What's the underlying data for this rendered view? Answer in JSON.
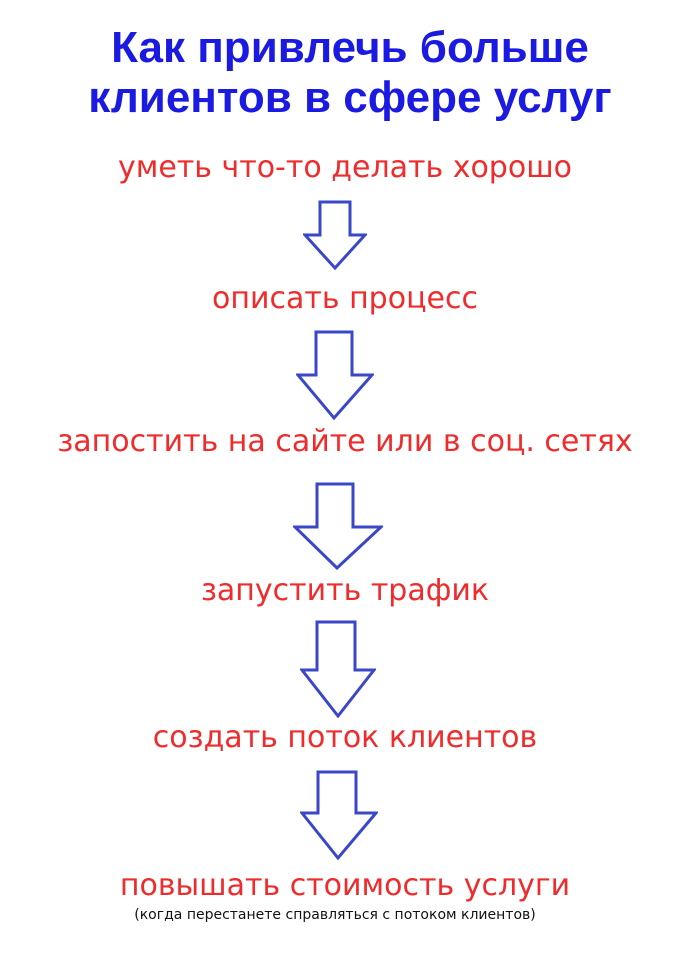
{
  "title": {
    "line1": "Как привлечь больше",
    "line2": "клиентов в сфере услуг"
  },
  "steps": [
    "уметь что-то делать хорошо",
    "описать процесс",
    "запостить на сайте или в соц. сетях",
    "запустить трафик",
    "создать поток клиентов",
    "повышать стоимость услуги"
  ],
  "final_note": "(когда перестанете справляться с потоком клиентов)",
  "colors": {
    "title": "#1a1ae0",
    "steps": "#ef2b2b",
    "arrow_stroke": "#3a47c8",
    "note": "#111111"
  },
  "arrow_icon": "down-arrow-outline-icon"
}
